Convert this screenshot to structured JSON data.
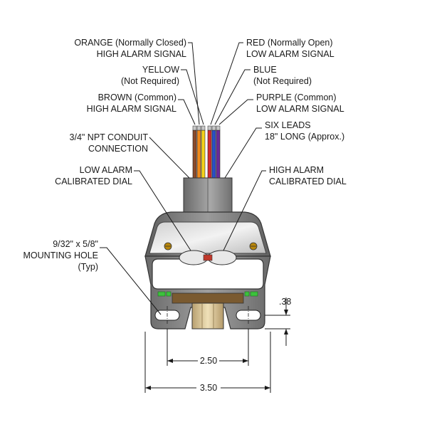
{
  "labels": {
    "orange": {
      "line1": "ORANGE (Normally Closed)",
      "line2": "HIGH ALARM SIGNAL"
    },
    "yellow": {
      "line1": "YELLOW",
      "line2": "(Not Required)"
    },
    "brown": {
      "line1": "BROWN (Common)",
      "line2": "HIGH ALARM SIGNAL"
    },
    "red": {
      "line1": "RED (Normally Open)",
      "line2": "LOW ALARM SIGNAL"
    },
    "blue": {
      "line1": "BLUE",
      "line2": "(Not Required)"
    },
    "purple": {
      "line1": "PURPLE (Common)",
      "line2": "LOW ALARM SIGNAL"
    },
    "six_leads": {
      "line1": "SIX LEADS",
      "line2": "18\" LONG (Approx.)"
    },
    "conduit": {
      "line1": "3/4\" NPT CONDUIT",
      "line2": "CONNECTION"
    },
    "low_dial": {
      "line1": "LOW ALARM",
      "line2": "CALIBRATED DIAL"
    },
    "high_dial": {
      "line1": "HIGH ALARM",
      "line2": "CALIBRATED DIAL"
    },
    "mounting_hole": {
      "line1": "9/32\" x 5/8\"",
      "line2": "MOUNTING HOLE",
      "line3": "(Typ)"
    }
  },
  "dimensions": {
    "hole_spacing": "2.50",
    "overall_width": "3.50",
    "hole_offset": ".38"
  },
  "colors": {
    "brown": "#8a4a2a",
    "orange": "#f08a1c",
    "yellow": "#f5d21a",
    "red": "#d42a2a",
    "blue": "#2a4fc8",
    "purple": "#6a2a9a",
    "housing": "#7a7a7a",
    "brass": "#d8c49a",
    "green_indicator": "#3cc23c"
  }
}
